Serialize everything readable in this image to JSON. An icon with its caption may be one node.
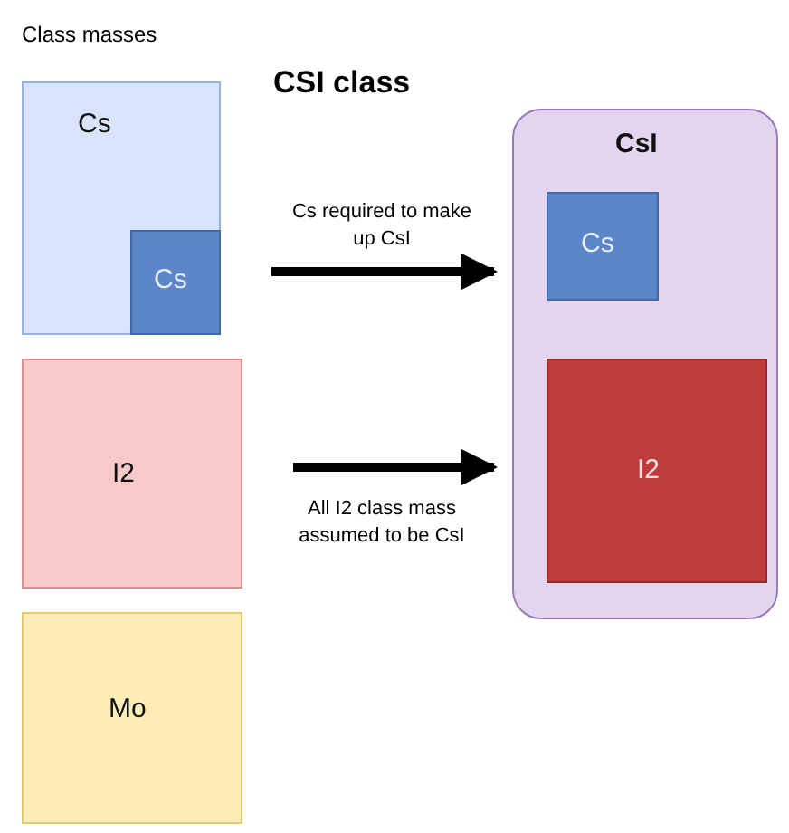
{
  "diagram": {
    "title": "CSI class",
    "nodes": [
      {
        "text": [
          "Cs"
        ]
      },
      {
        "text": [
          "Cs"
        ],
        "in": 0
      },
      {
        "text": [
          "I2"
        ]
      },
      {
        "text": [
          "Mo"
        ]
      },
      {
        "text": [
          "CsI"
        ]
      },
      {
        "text": [
          "Cs"
        ],
        "in": 4
      },
      {
        "text": [
          "I2"
        ],
        "in": 4
      }
    ],
    "edges": [
      {
        "from": 1,
        "to": 4,
        "arrow": "to",
        "label": "Cs required to make up CsI"
      },
      {
        "from": 2,
        "to": 4,
        "arrow": "to",
        "label": "All I2 class mass assumed to be CsI"
      }
    ],
    "labels": [
      "Class masses"
    ]
  }
}
